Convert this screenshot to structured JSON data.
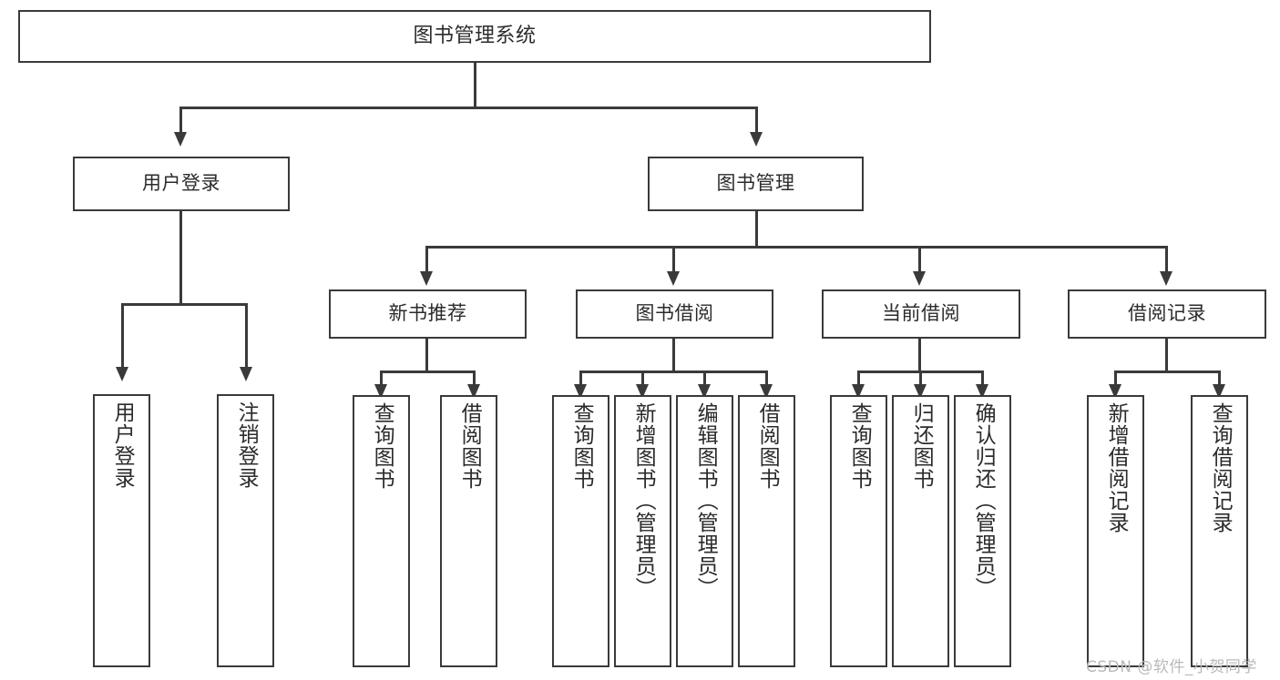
{
  "diagram": {
    "type": "hierarchy-tree",
    "title": "图书管理系统",
    "levels": {
      "root": {
        "label": "图书管理系统"
      },
      "level1": [
        {
          "label": "用户登录"
        },
        {
          "label": "图书管理"
        }
      ],
      "level2": [
        {
          "label": "新书推荐"
        },
        {
          "label": "图书借阅"
        },
        {
          "label": "当前借阅"
        },
        {
          "label": "借阅记录"
        }
      ],
      "leaves": {
        "user_login": [
          {
            "label": "用户登录"
          },
          {
            "label": "注销登录"
          }
        ],
        "new_book_recommend": [
          {
            "label": "查询图书"
          },
          {
            "label": "借阅图书"
          }
        ],
        "book_borrow": [
          {
            "label": "查询图书"
          },
          {
            "label": "新增图书（管理员）"
          },
          {
            "label": "编辑图书（管理员）"
          },
          {
            "label": "借阅图书"
          }
        ],
        "current_borrow": [
          {
            "label": "查询图书"
          },
          {
            "label": "归还图书"
          },
          {
            "label": "确认归还（管理员）"
          }
        ],
        "borrow_record": [
          {
            "label": "新增借阅记录"
          },
          {
            "label": "查询借阅记录"
          }
        ]
      }
    }
  },
  "watermark": {
    "text": "CSDN @软件_小贺同学"
  },
  "colors": {
    "stroke": "#3a3a3a",
    "text": "#2b2b2b",
    "background": "#ffffff",
    "watermark": "#b9b9b9"
  }
}
